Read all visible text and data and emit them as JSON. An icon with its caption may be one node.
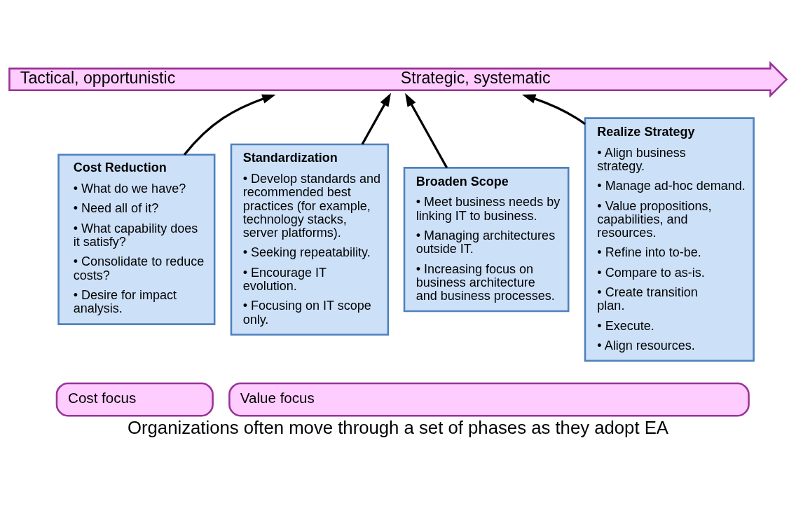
{
  "diagram": {
    "caption": "Organizations often move through a set of phases as they adopt EA",
    "nodes": [
      {
        "text": [
          "Tactical, opportunistic",
          "Strategic, systematic"
        ]
      },
      {
        "text": [
          "Cost Reduction",
          "• What do we have?",
          "• Need all of it?",
          "• What capability does it satisfy?",
          "• Consolidate to reduce costs?",
          "• Desire for impact analysis."
        ]
      },
      {
        "text": [
          "Standardization",
          "• Develop standards and recommended best practices (for example, technology stacks, server platforms).",
          "• Seeking repeatability.",
          "• Encourage IT evolution.",
          "• Focusing on IT scope only."
        ]
      },
      {
        "text": [
          "Broaden Scope",
          "• Meet business needs by linking IT to business.",
          "• Managing architectures outside IT.",
          "• Increasing focus on business architecture and business processes."
        ]
      },
      {
        "text": [
          "Realize Strategy",
          "• Align business strategy.",
          "• Manage ad-hoc demand.",
          "• Value propositions, capabilities, and resources.",
          "• Refine into to-be.",
          "• Compare to as-is.",
          "• Create transition plan.",
          "• Execute.",
          "• Align resources."
        ]
      },
      {
        "text": [
          "Cost focus"
        ]
      },
      {
        "text": [
          "Value focus"
        ]
      }
    ],
    "edges": [
      {
        "from": 1,
        "to": 0,
        "arrow": "to"
      },
      {
        "from": 2,
        "to": 0,
        "arrow": "to"
      },
      {
        "from": 3,
        "to": 0,
        "arrow": "to"
      },
      {
        "from": 4,
        "to": 0,
        "arrow": "to"
      }
    ]
  }
}
